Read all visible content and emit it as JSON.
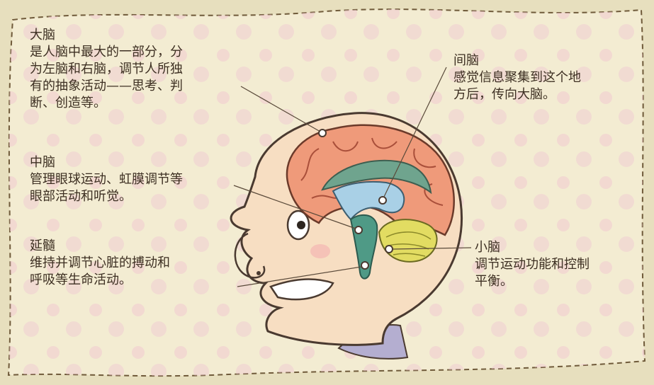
{
  "labels": {
    "cerebrum": {
      "title": "大脑",
      "lines": [
        "是人脑中最大的一部分，分",
        "为左脑和右脑，调节人所独",
        "有的抽象活动——思考、判",
        "断、创造等。"
      ]
    },
    "midbrain": {
      "title": "中脑",
      "lines": [
        "管理眼球运动、虹膜调节等",
        "眼部活动和听觉。"
      ]
    },
    "medulla": {
      "title": "延髓",
      "lines": [
        "维持并调节心脏的搏动和",
        "呼吸等生命活动。"
      ]
    },
    "diencephalon": {
      "title": "间脑",
      "lines": [
        "感觉信息聚集到这个地",
        "方后，传向大脑。"
      ]
    },
    "cerebellum": {
      "title": "小脑",
      "lines": [
        "调节运动功能和控制",
        "平衡。"
      ]
    }
  },
  "colors": {
    "paper": "#f3ecd2",
    "cerebrum": "#ef9a7a",
    "cerebrum_inner": "#e58a6a",
    "ventricle": "#a9d0e6",
    "brainstem": "#4f9a86",
    "cerebellum": "#e2dc62",
    "skin": "#f7dec2",
    "collar": "#b4aed0",
    "line": "#5a4a3a"
  }
}
